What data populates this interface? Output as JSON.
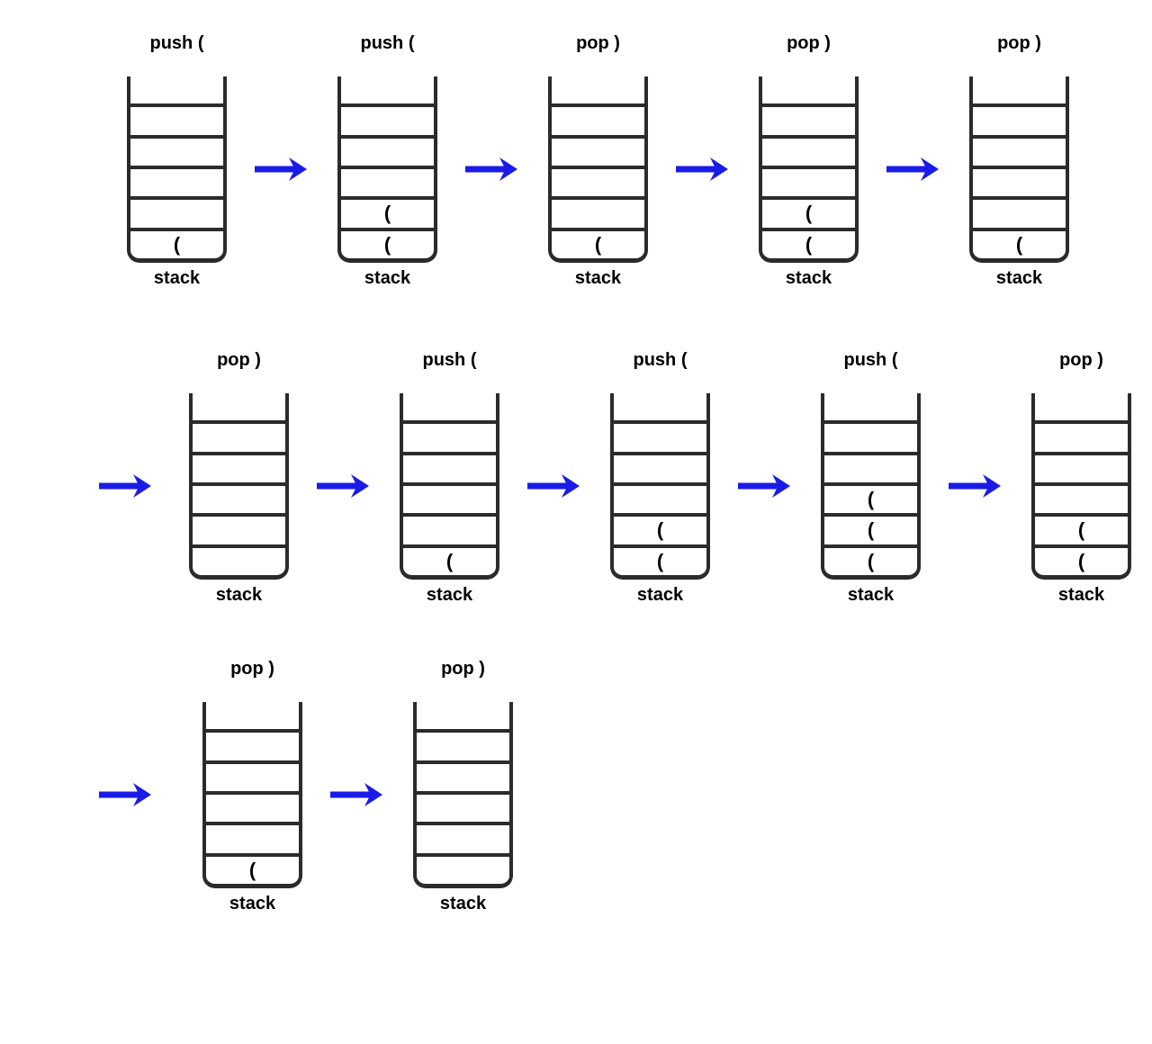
{
  "diagram": {
    "caption_label": "stack",
    "stack_cells": 6,
    "colors": {
      "arrow": "#1b1be8",
      "stroke": "#2b2b2b",
      "text": "#000000",
      "background": "#ffffff"
    },
    "rows": [
      {
        "leading_arrow": false,
        "panels": [
          {
            "op": "push (",
            "items": [
              "("
            ]
          },
          {
            "op": "push (",
            "items": [
              "(",
              "("
            ]
          },
          {
            "op": "pop )",
            "items": [
              "("
            ]
          },
          {
            "op": "pop )",
            "items": [
              "(",
              "("
            ]
          },
          {
            "op": "pop )",
            "items": [
              "("
            ]
          }
        ]
      },
      {
        "leading_arrow": true,
        "panels": [
          {
            "op": "pop )",
            "items": []
          },
          {
            "op": "push (",
            "items": [
              "("
            ]
          },
          {
            "op": "push (",
            "items": [
              "(",
              "("
            ]
          },
          {
            "op": "push (",
            "items": [
              "(",
              "(",
              "("
            ]
          },
          {
            "op": "pop )",
            "items": [
              "(",
              "("
            ]
          }
        ]
      },
      {
        "leading_arrow": true,
        "panels": [
          {
            "op": "pop )",
            "items": [
              "("
            ]
          },
          {
            "op": "pop )",
            "items": []
          }
        ]
      }
    ]
  }
}
